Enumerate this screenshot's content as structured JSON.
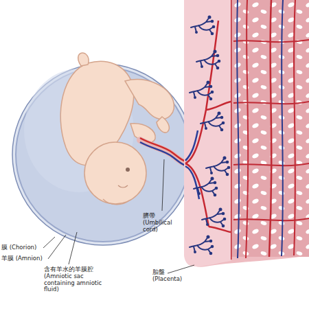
{
  "diagram": {
    "labels": [
      "膜 (Chorion)",
      "羊膜 (Amnion)",
      "含有羊水的羊膜腔 (Amniotic sac containing amniotic fluid)",
      "臍帶 (Umbilical cord)",
      "胎盤 (Placenta)"
    ]
  }
}
